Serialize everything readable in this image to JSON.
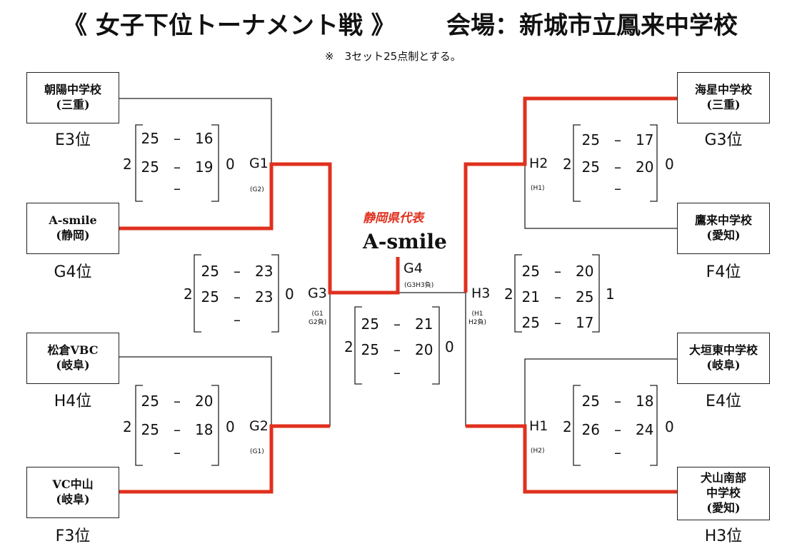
{
  "header": {
    "title": "《 女子下位トーナメント戦 》",
    "venue": "会場：新城市立鳳来中学校",
    "note": "※　3セット25点制とする。"
  },
  "teams": {
    "t1": {
      "name": "朝陽中学校",
      "pref": "(三重)",
      "rank": "E3位"
    },
    "t2": {
      "name": "A-smile",
      "pref": "(静岡)",
      "rank": "G4位"
    },
    "t3": {
      "name": "松倉VBC",
      "pref": "(岐阜)",
      "rank": "H4位"
    },
    "t4": {
      "name": "VC中山",
      "pref": "(岐阜)",
      "rank": "F3位"
    },
    "t5": {
      "name": "海星中学校",
      "pref": "(三重)",
      "rank": "G3位"
    },
    "t6": {
      "name": "鷹来中学校",
      "pref": "(愛知)",
      "rank": "F4位"
    },
    "t7": {
      "name": "大垣東中学校",
      "pref": "(岐阜)",
      "rank": "E4位"
    },
    "t8": {
      "name": "犬山南部",
      "name2": "中学校",
      "pref": "(愛知)",
      "rank": "H3位"
    }
  },
  "matches": {
    "G1": {
      "label": "G1",
      "sub": "(G2)",
      "left": "2",
      "right": "0",
      "sets": [
        "25　–　16",
        "25　–　19",
        "–"
      ]
    },
    "G2": {
      "label": "G2",
      "sub": "(G1)",
      "left": "2",
      "right": "0",
      "sets": [
        "25　–　20",
        "25　–　18",
        "–"
      ]
    },
    "G3": {
      "label": "G3",
      "sub1": "(G1",
      "sub2": "G2負)",
      "left": "2",
      "right": "0",
      "sets": [
        "25　–　23",
        "25　–　23",
        "–"
      ]
    },
    "G4": {
      "label": "G4",
      "sub": "(G3H3負)",
      "left": "2",
      "right": "0",
      "sets": [
        "25　–　21",
        "25　–　20",
        "–"
      ]
    },
    "H1": {
      "label": "H1",
      "sub": "(H2)",
      "left": "2",
      "right": "0",
      "sets": [
        "25　–　18",
        "26　–　24",
        "–"
      ]
    },
    "H2": {
      "label": "H2",
      "sub": "(H1)",
      "left": "2",
      "right": "0",
      "sets": [
        "25　–　17",
        "25　–　20",
        "–"
      ]
    },
    "H3": {
      "label": "H3",
      "sub1": "(H1",
      "sub2": "H2負)",
      "left": "2",
      "right": "1",
      "sets": [
        "25　–　20",
        "21　–　25",
        "25　–　17"
      ]
    }
  },
  "winner": {
    "label": "静岡県代表",
    "name": "A-smile"
  },
  "colors": {
    "winner_line": "#e0301e",
    "line": "#222222"
  }
}
